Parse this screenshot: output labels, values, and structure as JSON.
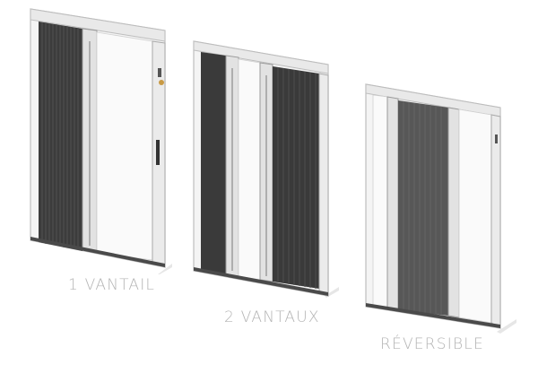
{
  "products": [
    {
      "caption": "1 VANTAIL",
      "mesh_color": "#3c3c3c",
      "frame_color": "#f2f2f2"
    },
    {
      "caption": "2 VANTAUX",
      "mesh_color": "#3a3a3a",
      "frame_color": "#f2f2f2"
    },
    {
      "caption": "RÉVERSIBLE",
      "mesh_color": "#575757",
      "frame_color": "#f2f2f2"
    }
  ]
}
